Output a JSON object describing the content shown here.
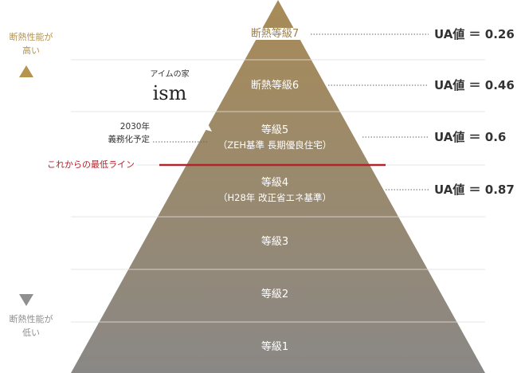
{
  "scale": {
    "high_label": [
      "断熱性能が",
      "高い"
    ],
    "low_label": [
      "断熱性能が",
      "低い"
    ]
  },
  "levels": [
    {
      "name": "断熱等級7",
      "sub": "",
      "ua": "UA値 ＝ 0.26"
    },
    {
      "name": "断熱等級6",
      "sub": "",
      "ua": "UA値 ＝ 0.46"
    },
    {
      "name": "等級5",
      "sub": "（ZEH基準 長期優良住宅）",
      "ua": "UA値 ＝ 0.6"
    },
    {
      "name": "等級4",
      "sub": "（H28年 改正省エネ基準）",
      "ua": "UA値 ＝ 0.87"
    },
    {
      "name": "等級3",
      "sub": "",
      "ua": ""
    },
    {
      "name": "等級2",
      "sub": "",
      "ua": ""
    },
    {
      "name": "等級1",
      "sub": "",
      "ua": ""
    }
  ],
  "callouts": {
    "ism_caption": "アイムの家",
    "ism_logo": "ism",
    "plan_year": "2030年",
    "plan_text": "義務化予定",
    "minimum_line": "これからの最低ライン"
  },
  "colors": {
    "top": "#a88b57",
    "bottom": "#8a8886",
    "accent_line": "#b3232b",
    "arrow_top": "#b5944f",
    "arrow_bottom": "#8f8f8f"
  }
}
